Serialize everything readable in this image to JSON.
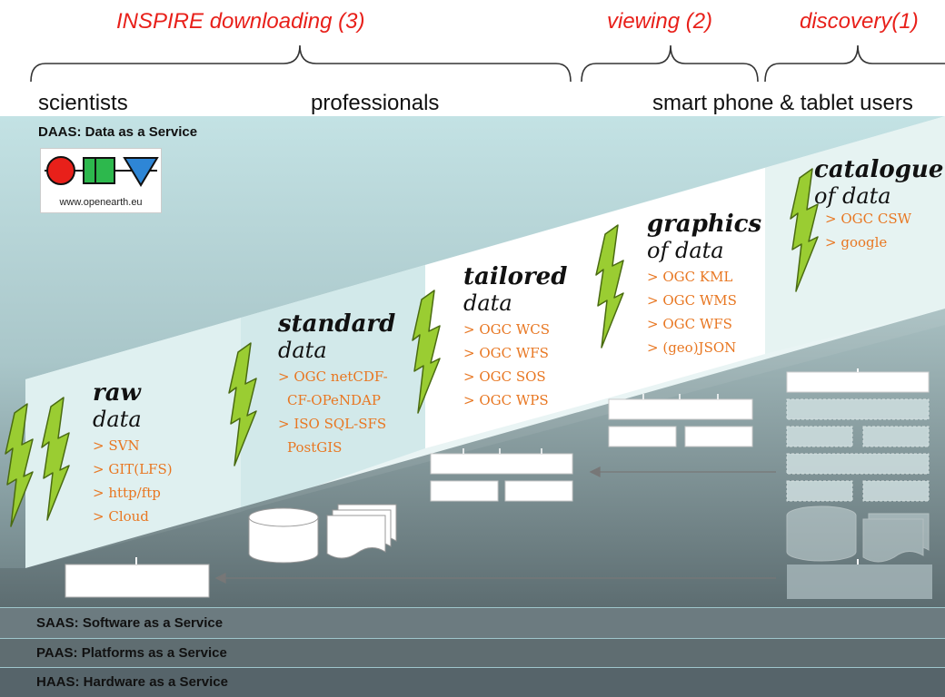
{
  "header": {
    "inspire": "INSPIRE downloading (3)",
    "viewing": "viewing (2)",
    "discovery": "discovery(1)"
  },
  "audience": {
    "scientists": "scientists",
    "professionals": "professionals",
    "smartphone": "smart phone & tablet users"
  },
  "daas": "DAAS: Data as a Service",
  "logo": {
    "url_text": "www.openearth.eu"
  },
  "stages": {
    "raw": {
      "title": "raw",
      "sub": "data",
      "items": [
        "> SVN",
        "> GIT(LFS)",
        "> http/ftp",
        "> Cloud"
      ]
    },
    "standard": {
      "title": "standard",
      "sub": "data",
      "items": [
        "> OGC netCDF-",
        "CF-OPeNDAP",
        "> ISO SQL-SFS",
        "PostGIS"
      ]
    },
    "tailored": {
      "title": "tailored",
      "sub": "data",
      "items": [
        "> OGC WCS",
        "> OGC WFS",
        "> OGC SOS",
        "> OGC WPS"
      ]
    },
    "graphics": {
      "title": "graphics",
      "sub": "of data",
      "items": [
        "> OGC KML",
        "> OGC WMS",
        "> OGC WFS",
        "> (geo)JSON"
      ]
    },
    "catalogue": {
      "title": "catalogue",
      "sub": "of data",
      "items": [
        "> OGC CSW",
        "> google"
      ]
    }
  },
  "bars": {
    "saas": "SAAS: Software as a Service",
    "paas": "PAAS: Platforms as a Service",
    "haas": "HAAS: Hardware as a Service"
  },
  "colors": {
    "accent_red": "#e8201a",
    "service_orange": "#e87722",
    "lightning_green": "#9acd32",
    "teal_light": "#bfe0e2",
    "slate_dark": "#5d6c70"
  }
}
